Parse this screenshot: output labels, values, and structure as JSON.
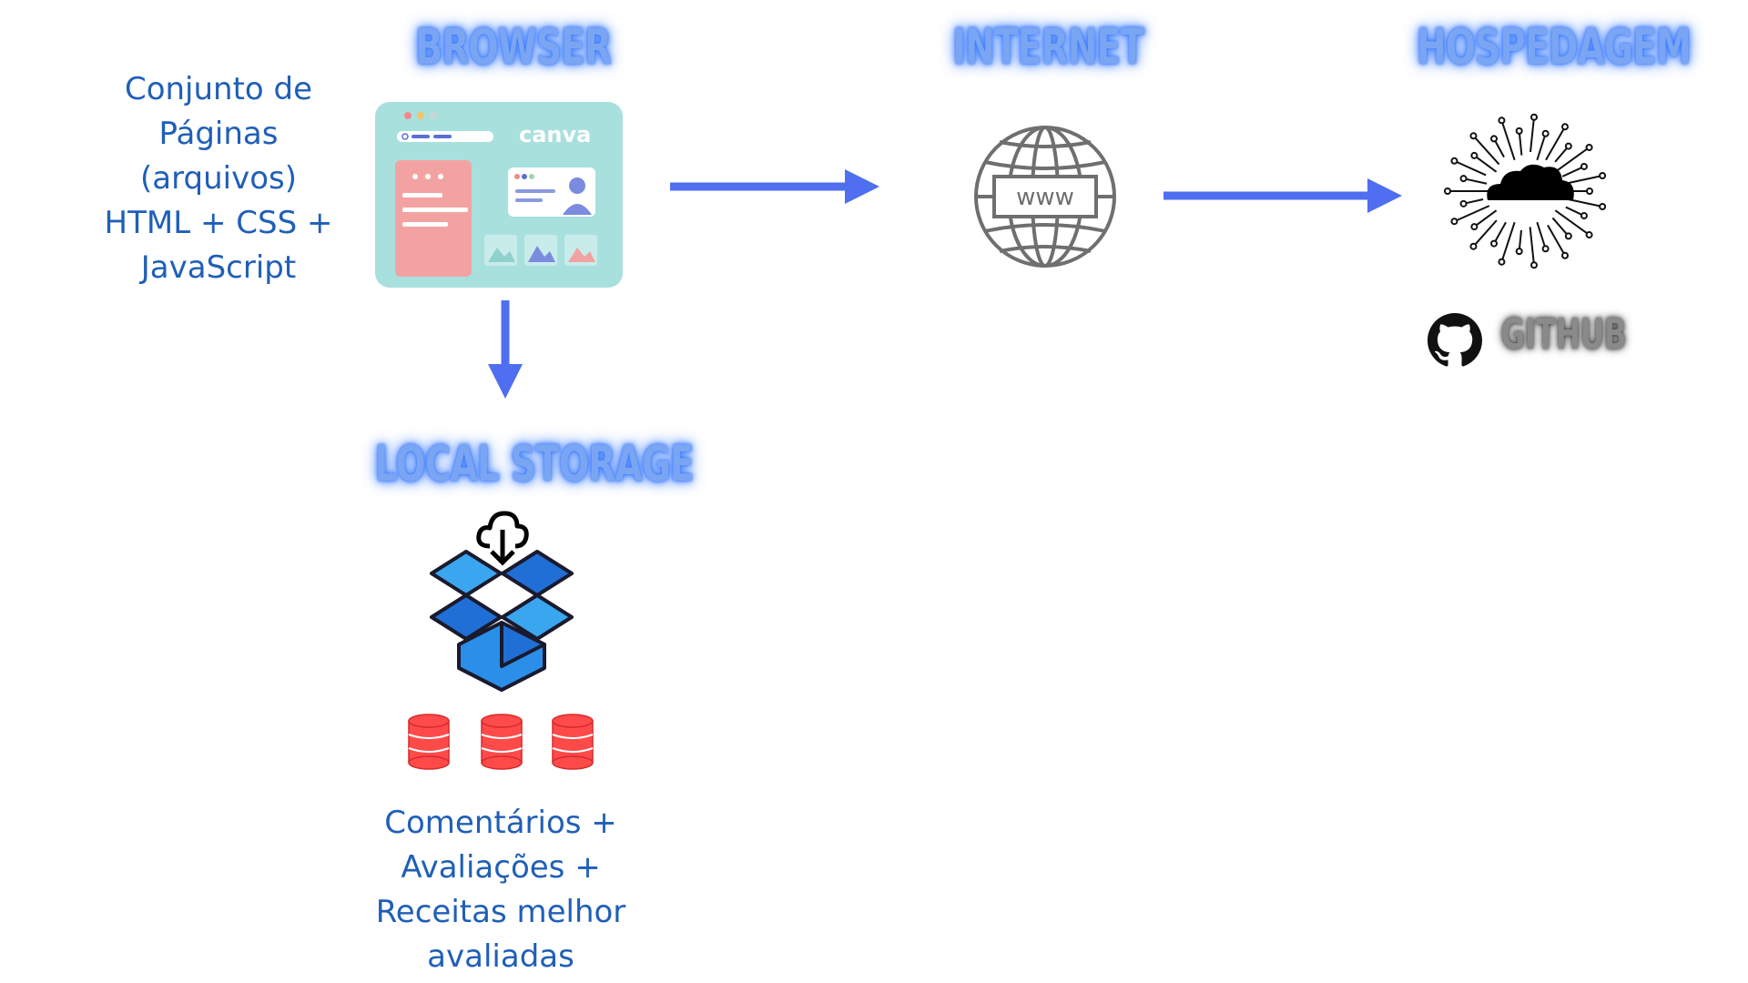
{
  "headings": {
    "browser": "BROWSER",
    "internet": "INTERNET",
    "hosting": "HOSPEDAGEM",
    "local_storage": "LOCAL STORAGE",
    "github": "GITHUB"
  },
  "descriptions": {
    "pages": "Conjunto de\nPáginas\n(arquivos)\nHTML + CSS +\nJavaScript",
    "storage": "Comentários +\nAvaliações +\nReceitas melhor\navaliadas"
  },
  "browser_mockup": {
    "logo_text": "canva"
  },
  "globe": {
    "label": "www"
  },
  "colors": {
    "arrow": "#4f6ff0",
    "heading_glow": "#3b7cff",
    "description_text": "#1f5fb8",
    "browser_bg": "#a8e0de",
    "database_red": "#ff4a4a",
    "dropbox_blue": "#2b7de9"
  },
  "icons": [
    "browser-window-icon",
    "globe-www-icon",
    "cloud-network-icon",
    "github-icon",
    "dropbox-icon",
    "cloud-download-icon",
    "database-icon"
  ]
}
